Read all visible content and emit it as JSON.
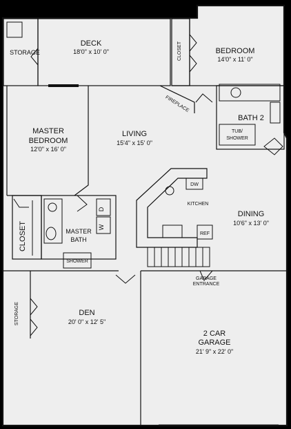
{
  "rooms": {
    "deck": {
      "name": "DECK",
      "size": "18'0\" x 10' 0\""
    },
    "storage_top": {
      "name": "STORAGE"
    },
    "bedroom": {
      "name": "BEDROOM",
      "size": "14'0\" x 11' 0\""
    },
    "closet_bedroom": {
      "name": "CLOSET"
    },
    "fireplace": {
      "name": "FIREPLACE"
    },
    "bath2": {
      "name": "BATH 2"
    },
    "tub_shower": {
      "line1": "TUB/",
      "line2": "SHOWER"
    },
    "master_bedroom": {
      "line1": "MASTER",
      "line2": "BEDROOM",
      "size": "12'0\" x 16' 0\""
    },
    "living": {
      "name": "LIVING",
      "size": "15'4\" x 15' 0\""
    },
    "kitchen": {
      "name": "KITCHEN",
      "dw": "DW",
      "ref": "REF"
    },
    "dining": {
      "name": "DINING",
      "size": "10'6\" x 13' 0\""
    },
    "closet_master": {
      "name": "CLOSET"
    },
    "master_bath": {
      "line1": "MASTER",
      "line2": "BATH",
      "shower": "SHOWER",
      "d": "D",
      "w": "W"
    },
    "garage_entrance": {
      "line1": "GARAGE",
      "line2": "ENTRANCE"
    },
    "storage_den": {
      "name": "STORAGE"
    },
    "den": {
      "name": "DEN",
      "size": "20' 0\" x 12' 5\""
    },
    "garage": {
      "line1": "2 CAR",
      "line2": "GARAGE",
      "size": "21' 9\" x 22' 0\""
    }
  },
  "colors": {
    "background": "#000000",
    "floor": "#eeeeee",
    "line": "#111111"
  }
}
